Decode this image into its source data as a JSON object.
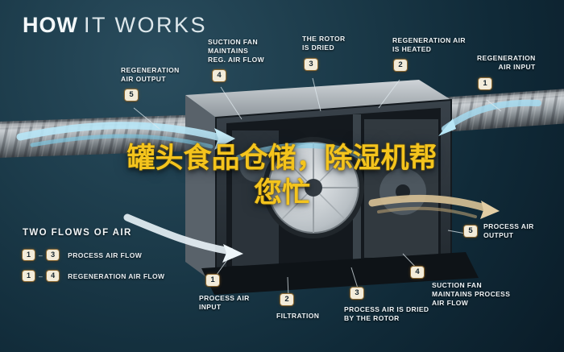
{
  "title": {
    "strong": "HOW",
    "light": "IT WORKS"
  },
  "overlay": {
    "line1": "罐头食品仓储，除湿机帮",
    "line2": "您忙"
  },
  "callouts": [
    {
      "number": "5",
      "text": "REGENERATION\nAIR OUTPUT"
    },
    {
      "number": "4",
      "text": "SUCTION FAN\nMAINTAINS\nREG. AIR FLOW"
    },
    {
      "number": "3",
      "text": "THE ROTOR\nIS DRIED"
    },
    {
      "number": "2",
      "text": "REGENERATION AIR\nIS HEATED"
    },
    {
      "number": "1",
      "text": "REGENERATION\nAIR INPUT"
    },
    {
      "number": "5",
      "text": "PROCESS AIR\nOUTPUT"
    },
    {
      "number": "4",
      "text": "SUCTION FAN\nMAINTAINS PROCESS\nAIR FLOW"
    },
    {
      "number": "3",
      "text": "PROCESS AIR IS DRIED\nBY THE ROTOR"
    },
    {
      "number": "2",
      "text": "FILTRATION"
    },
    {
      "number": "1",
      "text": "PROCESS AIR\nINPUT"
    }
  ],
  "legend": {
    "heading": "TWO FLOWS OF AIR",
    "separator": "–",
    "items": [
      {
        "start": "1",
        "end": "3",
        "label": "PROCESS AIR FLOW"
      },
      {
        "start": "1",
        "end": "4",
        "label": "REGENERATION AIR FLOW"
      }
    ]
  },
  "colors": {
    "background": "#16313f",
    "accent_yellow": "#f4c41d",
    "badge_bg": "#f3ecda",
    "badge_text": "#15242e",
    "flow_blue": "#b7e6f6",
    "flow_tan": "#d9c296",
    "label_text": "#eef4f7"
  }
}
